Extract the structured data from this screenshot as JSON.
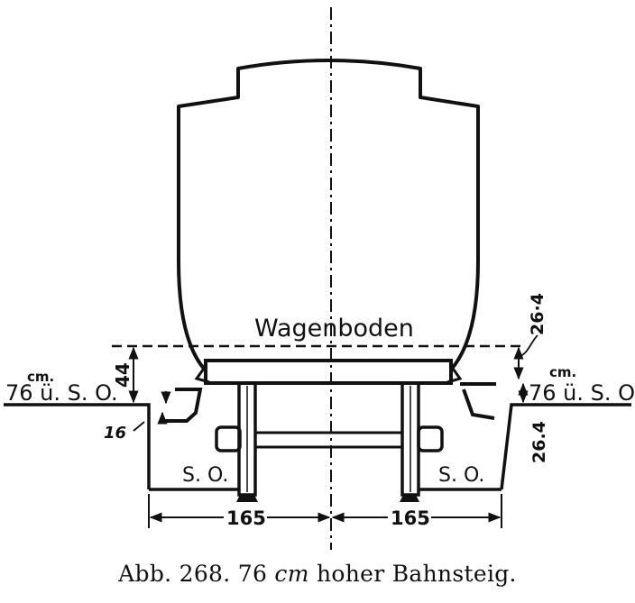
{
  "figure": {
    "labels": {
      "wagenboden": "Wagenboden",
      "cm_left": "cm.",
      "height_left": "76 ü. S. O.",
      "cm_right": "cm.",
      "height_right": "76 ü. S. O.",
      "dim_44": "44",
      "dim_16": "16",
      "dim_264_top": "26·4",
      "dim_264_bottom": "26.4",
      "so_left": "S. O.",
      "so_right": "S. O.",
      "dim_165_left": "165",
      "dim_165_right": "165"
    }
  },
  "caption": {
    "prefix": "Abb. 268. 76 ",
    "unit": "cm",
    "suffix": " hoher Bahnsteig."
  }
}
